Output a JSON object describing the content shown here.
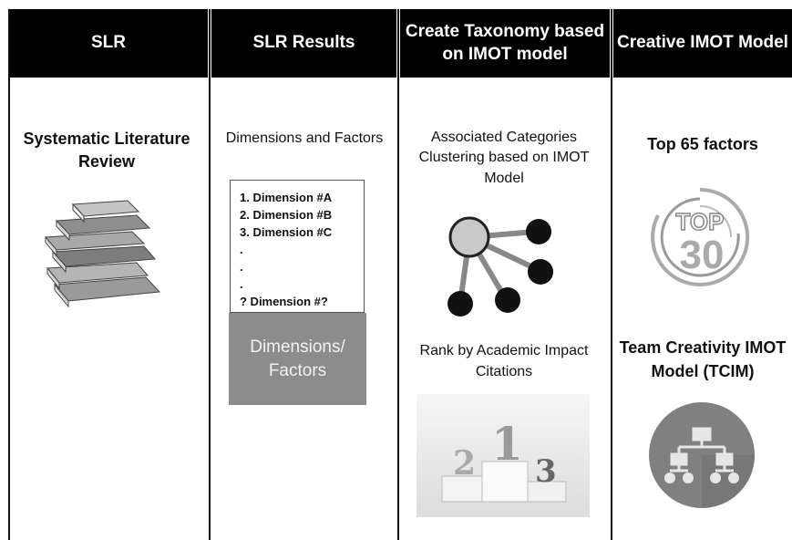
{
  "columns": [
    {
      "header": "SLR"
    },
    {
      "header": "SLR Results"
    },
    {
      "header": "Create Taxonomy based on IMOT model"
    },
    {
      "header": "Creative IMOT Model"
    }
  ],
  "slr": {
    "title": "Systematic Literature Review",
    "icon": "books-icon"
  },
  "results": {
    "subtitle": "Dimensions and Factors",
    "list": [
      "1.  Dimension #A",
      "2.  Dimension #B",
      "3.  Dimension #C",
      ".",
      ".",
      ".",
      "?     Dimension #?"
    ],
    "box_label": "Dimensions/ Factors"
  },
  "taxonomy": {
    "clustering_label": "Associated Categories Clustering based on IMOT Model",
    "rank_label": "Rank by Academic Impact Citations",
    "podium": {
      "left": "2",
      "center": "1",
      "right": "3"
    }
  },
  "model": {
    "top_label": "Top 65 factors",
    "badge_line1": "TOP",
    "badge_line2": "30",
    "tcim_label": "Team Creativity IMOT Model (TCIM)"
  },
  "colors": {
    "header_bg": "#000000",
    "box_gray": "#8c8c8c",
    "circle_gray": "#808080"
  }
}
